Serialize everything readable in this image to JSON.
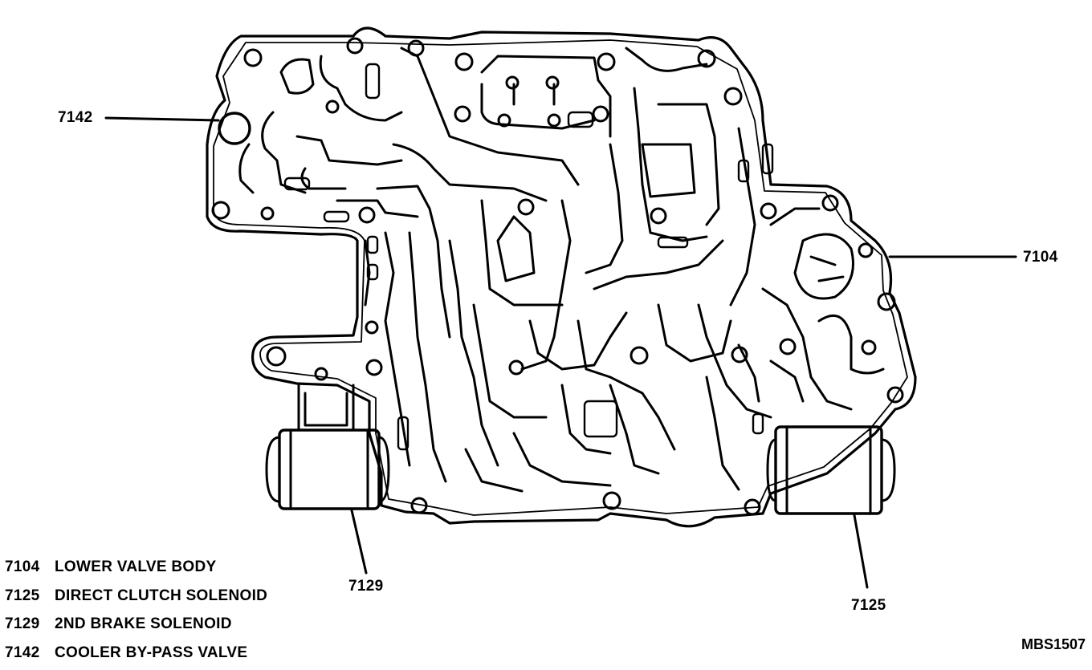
{
  "callouts": {
    "c7142": "7142",
    "c7104": "7104",
    "c7129": "7129",
    "c7125": "7125"
  },
  "legend": [
    {
      "number": "7104",
      "label": "LOWER VALVE BODY"
    },
    {
      "number": "7125",
      "label": "DIRECT CLUTCH SOLENOID"
    },
    {
      "number": "7129",
      "label": "2ND BRAKE SOLENOID"
    },
    {
      "number": "7142",
      "label": "COOLER BY-PASS VALVE"
    }
  ],
  "figure_code": "MBS1507"
}
